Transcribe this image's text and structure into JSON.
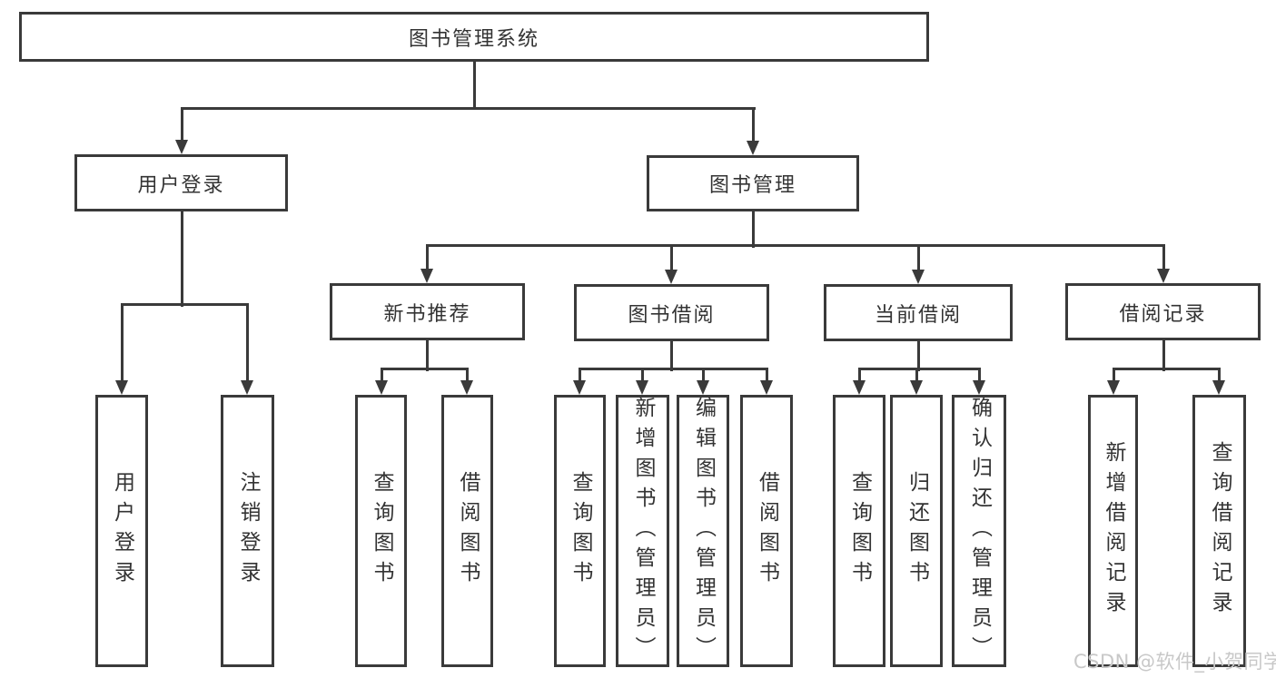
{
  "diagram": {
    "root": {
      "label": "图书管理系统",
      "children": [
        {
          "label": "用户登录",
          "children": [
            {
              "label": "用户登录"
            },
            {
              "label": "注销登录"
            }
          ]
        },
        {
          "label": "图书管理",
          "children": [
            {
              "label": "新书推荐",
              "children": [
                {
                  "label": "查询图书"
                },
                {
                  "label": "借阅图书"
                }
              ]
            },
            {
              "label": "图书借阅",
              "children": [
                {
                  "label": "查询图书"
                },
                {
                  "label": "新增图书（管理员）"
                },
                {
                  "label": "编辑图书（管理员）"
                },
                {
                  "label": "借阅图书"
                }
              ]
            },
            {
              "label": "当前借阅",
              "children": [
                {
                  "label": "查询图书"
                },
                {
                  "label": "归还图书"
                },
                {
                  "label": "确认归还（管理员）"
                }
              ]
            },
            {
              "label": "借阅记录",
              "children": [
                {
                  "label": "新增借阅记录"
                },
                {
                  "label": "查询借阅记录"
                }
              ]
            }
          ]
        }
      ]
    }
  },
  "watermark": {
    "text": "CSDN @软件_小贺同学",
    "color": "#c8c8c8"
  },
  "colors": {
    "line": "#3a3a3a",
    "text": "#333333",
    "background": "#ffffff"
  }
}
